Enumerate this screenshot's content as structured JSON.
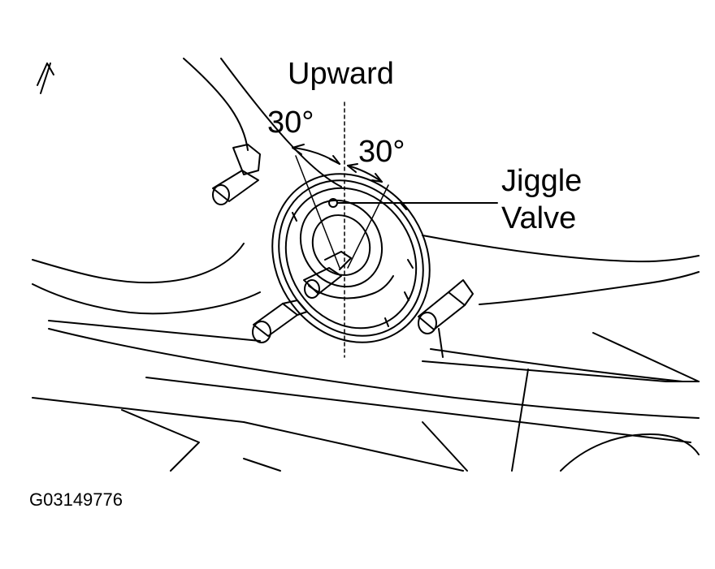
{
  "labels": {
    "direction": "Upward",
    "angle_left": "30°",
    "angle_right": "30°",
    "part_line1": "Jiggle",
    "part_line2": "Valve",
    "figure_code": "G03149776"
  },
  "colors": {
    "stroke": "#000000",
    "background": "#ffffff"
  }
}
